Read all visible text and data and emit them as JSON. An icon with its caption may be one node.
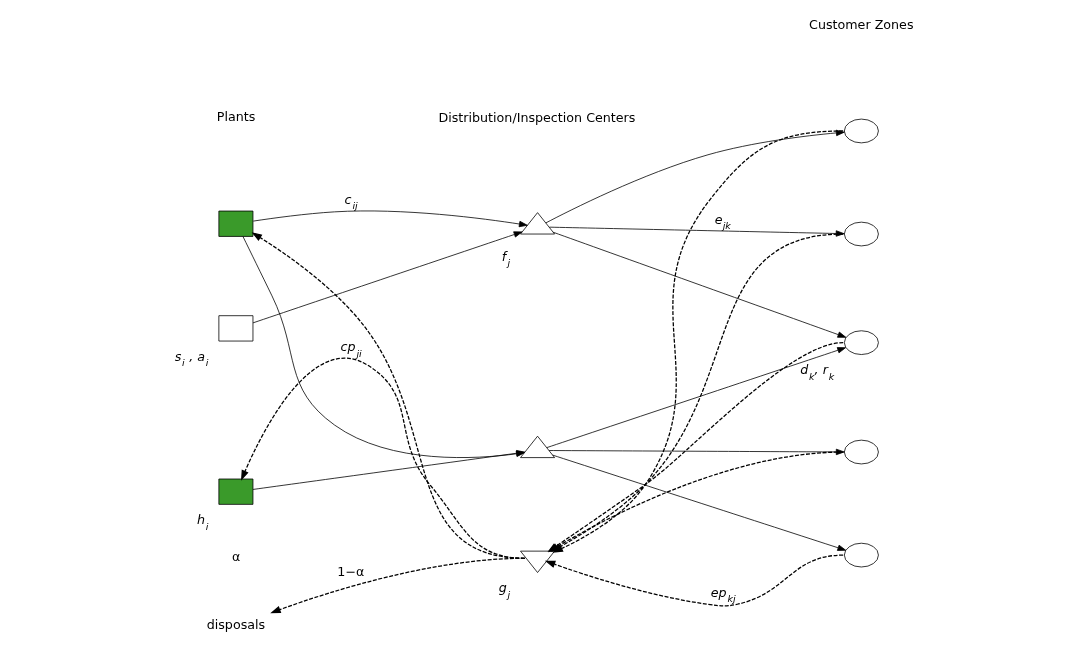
{
  "diagram": {
    "nodes": [
      {
        "text": [],
        "shape": "box"
      },
      {
        "text": [],
        "shape": "box",
        "beside": [
          "s$_{i}$ , a$_{i}$"
        ]
      },
      {
        "text": [],
        "shape": "box",
        "beside": [
          "h$_{i}$"
        ]
      },
      {
        "text": [],
        "shape": "triangle",
        "beside": [
          "f$_{j}$"
        ]
      },
      {
        "text": [],
        "shape": "triangle"
      },
      {
        "text": [],
        "shape": "triangle",
        "beside": [
          "g$_{j}$"
        ]
      },
      {
        "text": [],
        "shape": "circle"
      },
      {
        "text": [],
        "shape": "circle"
      },
      {
        "text": [],
        "shape": "circle",
        "beside": [
          "d$_{k}$, r$_{k}$"
        ]
      },
      {
        "text": [],
        "shape": "circle"
      },
      {
        "text": [],
        "shape": "circle"
      },
      {
        "text": [
          "disposals"
        ]
      }
    ],
    "edges": [
      {
        "from": 0,
        "to": 3,
        "arrow": "to",
        "label": "c$_{ij}$"
      },
      {
        "from": 0,
        "to": 4,
        "arrow": "to"
      },
      {
        "from": 1,
        "to": 3,
        "arrow": "to"
      },
      {
        "from": 2,
        "to": 4,
        "arrow": "to"
      },
      {
        "from": 3,
        "to": 6,
        "arrow": "to"
      },
      {
        "from": 3,
        "to": 7,
        "arrow": "to",
        "label": "e$_{jk}$"
      },
      {
        "from": 3,
        "to": 8,
        "arrow": "to"
      },
      {
        "from": 4,
        "to": 8,
        "arrow": "to"
      },
      {
        "from": 4,
        "to": 9,
        "arrow": "to"
      },
      {
        "from": 4,
        "to": 10,
        "arrow": "to"
      },
      {
        "from": 6,
        "to": 5,
        "arrow": "to",
        "style": "dashed"
      },
      {
        "from": 7,
        "to": 5,
        "arrow": "to",
        "style": "dashed"
      },
      {
        "from": 8,
        "to": 5,
        "arrow": "to",
        "style": "dashed"
      },
      {
        "from": 9,
        "to": 5,
        "arrow": "to",
        "style": "dashed"
      },
      {
        "from": 10,
        "to": 5,
        "arrow": "to",
        "style": "dashed",
        "label": "ep$_{kj}$"
      },
      {
        "from": 5,
        "to": 0,
        "arrow": "to",
        "style": "dashed"
      },
      {
        "from": 5,
        "to": 2,
        "arrow": "to",
        "style": "dashed",
        "label": "cp$_{ji}$"
      },
      {
        "from": 5,
        "to": 11,
        "arrow": "to",
        "style": "dashed",
        "label": "1−α"
      }
    ],
    "labels": [
      "Plants",
      "Distribution/Inspection Centers",
      "Customer Zones",
      "α"
    ]
  }
}
